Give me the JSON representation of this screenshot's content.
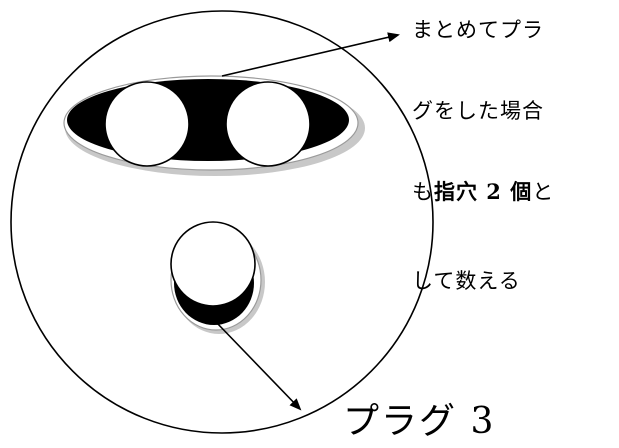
{
  "annotation": {
    "lines": [
      {
        "text": "まとめてプラ"
      },
      {
        "text": "グをした場合"
      },
      {
        "parts": [
          {
            "text": "も",
            "bold": false
          },
          {
            "text": "指穴 2 個",
            "bold": true
          },
          {
            "text": "と",
            "bold": false
          }
        ]
      },
      {
        "text": "して数える"
      }
    ]
  },
  "plug_label": "プラグ 3"
}
